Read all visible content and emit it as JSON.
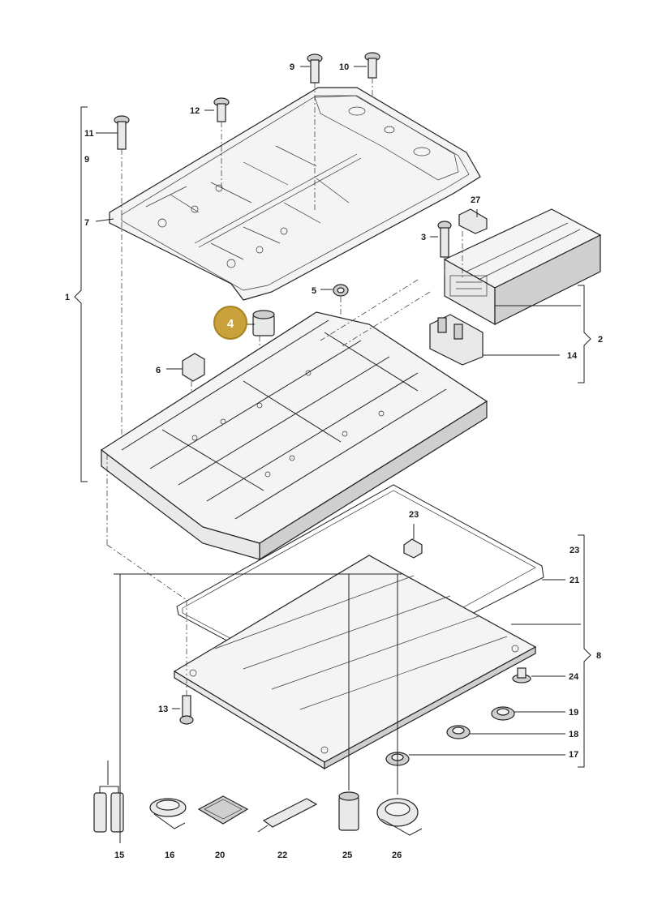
{
  "callouts": [
    {
      "id": "c1",
      "text": "1"
    },
    {
      "id": "c2",
      "text": "2"
    },
    {
      "id": "c3",
      "text": "3"
    },
    {
      "id": "c4",
      "text": "4",
      "highlight": true
    },
    {
      "id": "c5",
      "text": "5"
    },
    {
      "id": "c6",
      "text": "6"
    },
    {
      "id": "c7",
      "text": "7"
    },
    {
      "id": "c8",
      "text": "8"
    },
    {
      "id": "c9a",
      "text": "9"
    },
    {
      "id": "c9b",
      "text": "9"
    },
    {
      "id": "c10",
      "text": "10"
    },
    {
      "id": "c11",
      "text": "11"
    },
    {
      "id": "c12",
      "text": "12"
    },
    {
      "id": "c13",
      "text": "13"
    },
    {
      "id": "c14",
      "text": "14"
    },
    {
      "id": "c15",
      "text": "15"
    },
    {
      "id": "c16",
      "text": "16"
    },
    {
      "id": "c17",
      "text": "17"
    },
    {
      "id": "c18",
      "text": "18"
    },
    {
      "id": "c19",
      "text": "19"
    },
    {
      "id": "c20",
      "text": "20"
    },
    {
      "id": "c21",
      "text": "21"
    },
    {
      "id": "c22",
      "text": "22"
    },
    {
      "id": "c23a",
      "text": "23"
    },
    {
      "id": "c23b",
      "text": "23"
    },
    {
      "id": "c24",
      "text": "24"
    },
    {
      "id": "c25",
      "text": "25"
    },
    {
      "id": "c26",
      "text": "26"
    },
    {
      "id": "c27",
      "text": "27"
    }
  ],
  "colors": {
    "highlight_fill": "#c9a23c",
    "highlight_stroke": "#a8831f",
    "line": "#222222",
    "part_fill": "#e9e9e9"
  }
}
